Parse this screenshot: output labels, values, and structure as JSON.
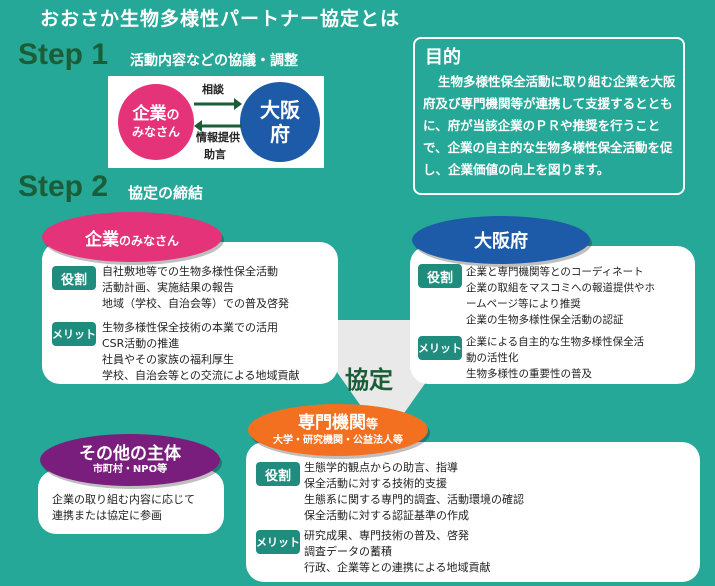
{
  "title": "おおさか生物多様性パートナー協定とは",
  "step1": {
    "label": "Step 1",
    "subtitle": "活動内容などの協議・調整",
    "company_circle": {
      "main": "企業",
      "no": "の",
      "sub": "みなさん"
    },
    "osaka_circle": "大阪府",
    "arrow_top": "相談",
    "arrow_bottom_1": "情報提供",
    "arrow_bottom_2": "助言"
  },
  "purpose": {
    "heading": "目的",
    "body": "生物多様性保全活動に取り組む企業を大阪府及び専門機関等が連携して支援するとともに、府が当該企業のＰＲや推奨を行うことで、企業の自主的な生物多様性保全活動を促し、企業価値の向上を図ります。"
  },
  "step2": {
    "label": "Step 2",
    "subtitle": "協定の締結"
  },
  "center_label": "協定",
  "companies": {
    "name_main": "企業",
    "name_sub": "のみなさん",
    "role_tag": "役割",
    "roles": [
      "自社敷地等での生物多様性保全活動",
      "活動計画、実施結果の報告",
      "地域（学校、自治会等）での普及啓発"
    ],
    "merit_tag": "メリット",
    "merits": [
      "生物多様性保全技術の本業での活用",
      "CSR活動の推進",
      "社員やその家族の福利厚生",
      "学校、自治会等との交流による地域貢献"
    ]
  },
  "osaka": {
    "name": "大阪府",
    "role_tag": "役割",
    "roles": [
      "企業と専門機関等とのコーディネート",
      "企業の取組をマスコミへの報道提供やホ",
      "ームページ等により推奨",
      "企業の生物多様性保全活動の認証"
    ],
    "merit_tag": "メリット",
    "merits": [
      "企業による自主的な生物多様性保全活",
      "動の活性化",
      "生物多様性の重要性の普及"
    ]
  },
  "experts": {
    "name": "専門機関",
    "name_suffix": "等",
    "sub": "大学・研究機関・公益法人等",
    "role_tag": "役割",
    "roles": [
      "生態学的観点からの助言、指導",
      "保全活動に対する技術的支援",
      "生態系に関する専門的調査、活動環境の確認",
      "保全活動に対する認証基準の作成"
    ],
    "merit_tag": "メリット",
    "merits": [
      "研究成果、専門技術の普及、啓発",
      "調査データの蓄積",
      "行政、企業等との連携による地域貢献"
    ]
  },
  "others": {
    "name": "その他の主体",
    "sub": "市町村・NPO等",
    "lines": [
      "企業の取り組む内容に応じて",
      "連携または協定に参画"
    ]
  },
  "colors": {
    "background": "#26a898",
    "company": "#e5337a",
    "osaka": "#1d5aa8",
    "experts": "#f37021",
    "others": "#7a1e7e",
    "step_label": "#1a5e37",
    "tag": "#1f8c7d",
    "arrow": "#1a5e37"
  }
}
